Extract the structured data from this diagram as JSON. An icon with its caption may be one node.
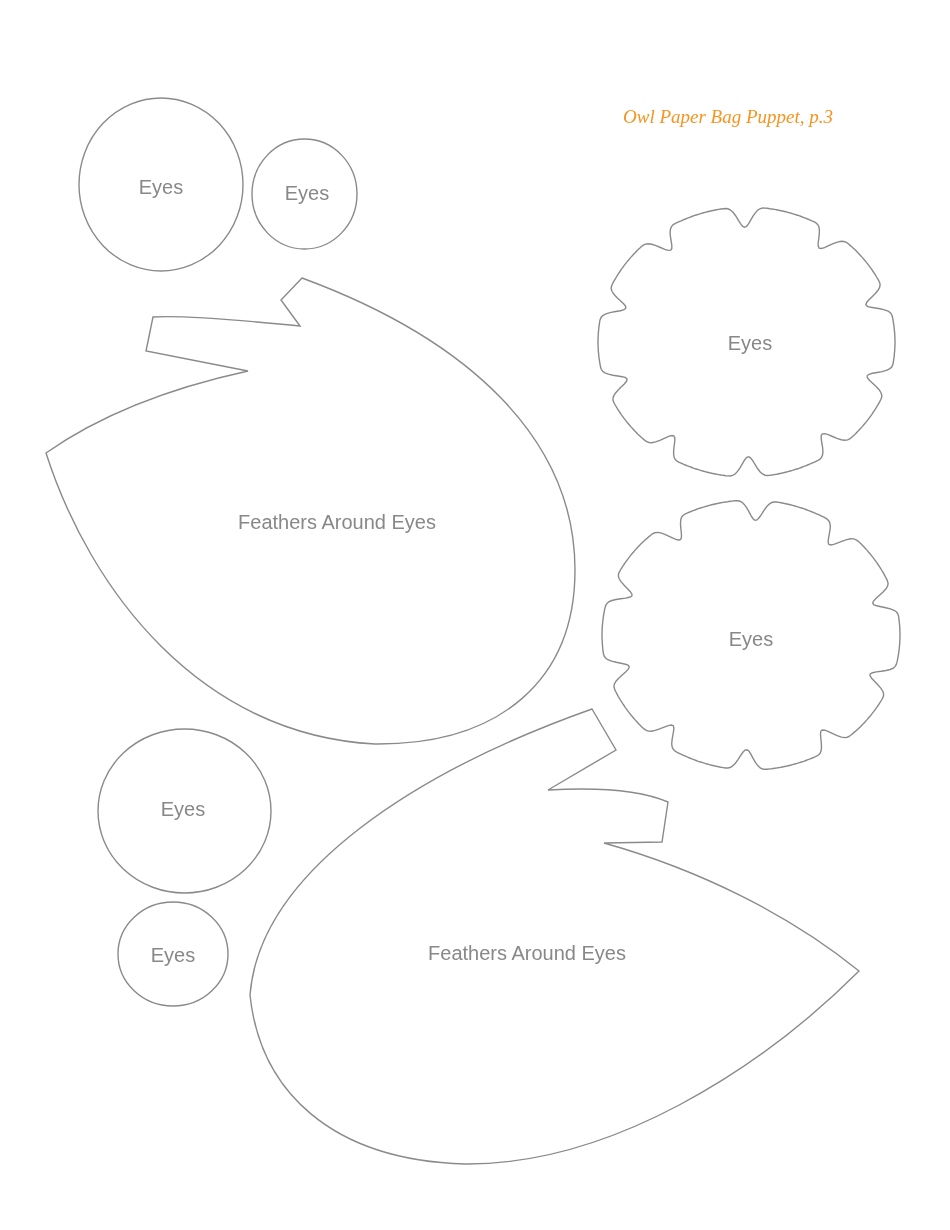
{
  "diagram": {
    "title": "Owl Paper Bag Puppet, p.3",
    "nodes": [
      {
        "text": [
          "Eyes"
        ]
      },
      {
        "text": [
          "Eyes"
        ]
      },
      {
        "text": [
          "Eyes"
        ]
      },
      {
        "text": [
          "Feathers Around Eyes"
        ]
      },
      {
        "text": [
          "Eyes"
        ]
      },
      {
        "text": [
          "Eyes"
        ]
      },
      {
        "text": [
          "Feathers Around Eyes"
        ]
      },
      {
        "text": [
          "Eyes"
        ]
      }
    ]
  }
}
